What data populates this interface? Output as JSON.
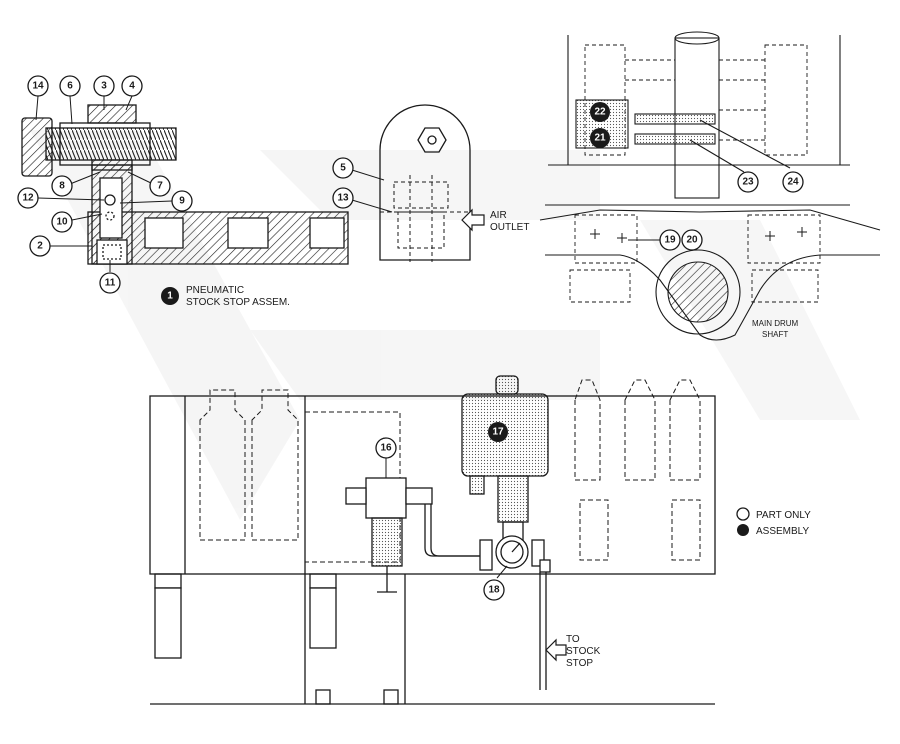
{
  "callouts": {
    "c1": "1",
    "c2": "2",
    "c3": "3",
    "c4": "4",
    "c5": "5",
    "c6": "6",
    "c7": "7",
    "c8": "8",
    "c9": "9",
    "c10": "10",
    "c11": "11",
    "c12": "12",
    "c13": "13",
    "c14": "14",
    "c16": "16",
    "c17": "17",
    "c18": "18",
    "c19": "19",
    "c20": "20",
    "c21": "21",
    "c22": "22",
    "c23": "23",
    "c24": "24"
  },
  "labels": {
    "assembly_title_line1": "PNEUMATIC",
    "assembly_title_line2": "STOCK STOP ASSEM.",
    "air_outlet_line1": "AIR",
    "air_outlet_line2": "OUTLET",
    "shaft_line1": "MAIN DRUM",
    "shaft_line2": "SHAFT",
    "stock_stop_line1": "TO",
    "stock_stop_line2": "STOCK",
    "stock_stop_line3": "STOP"
  },
  "legend": {
    "part_only": "PART ONLY",
    "assembly": "ASSEMBLY"
  }
}
